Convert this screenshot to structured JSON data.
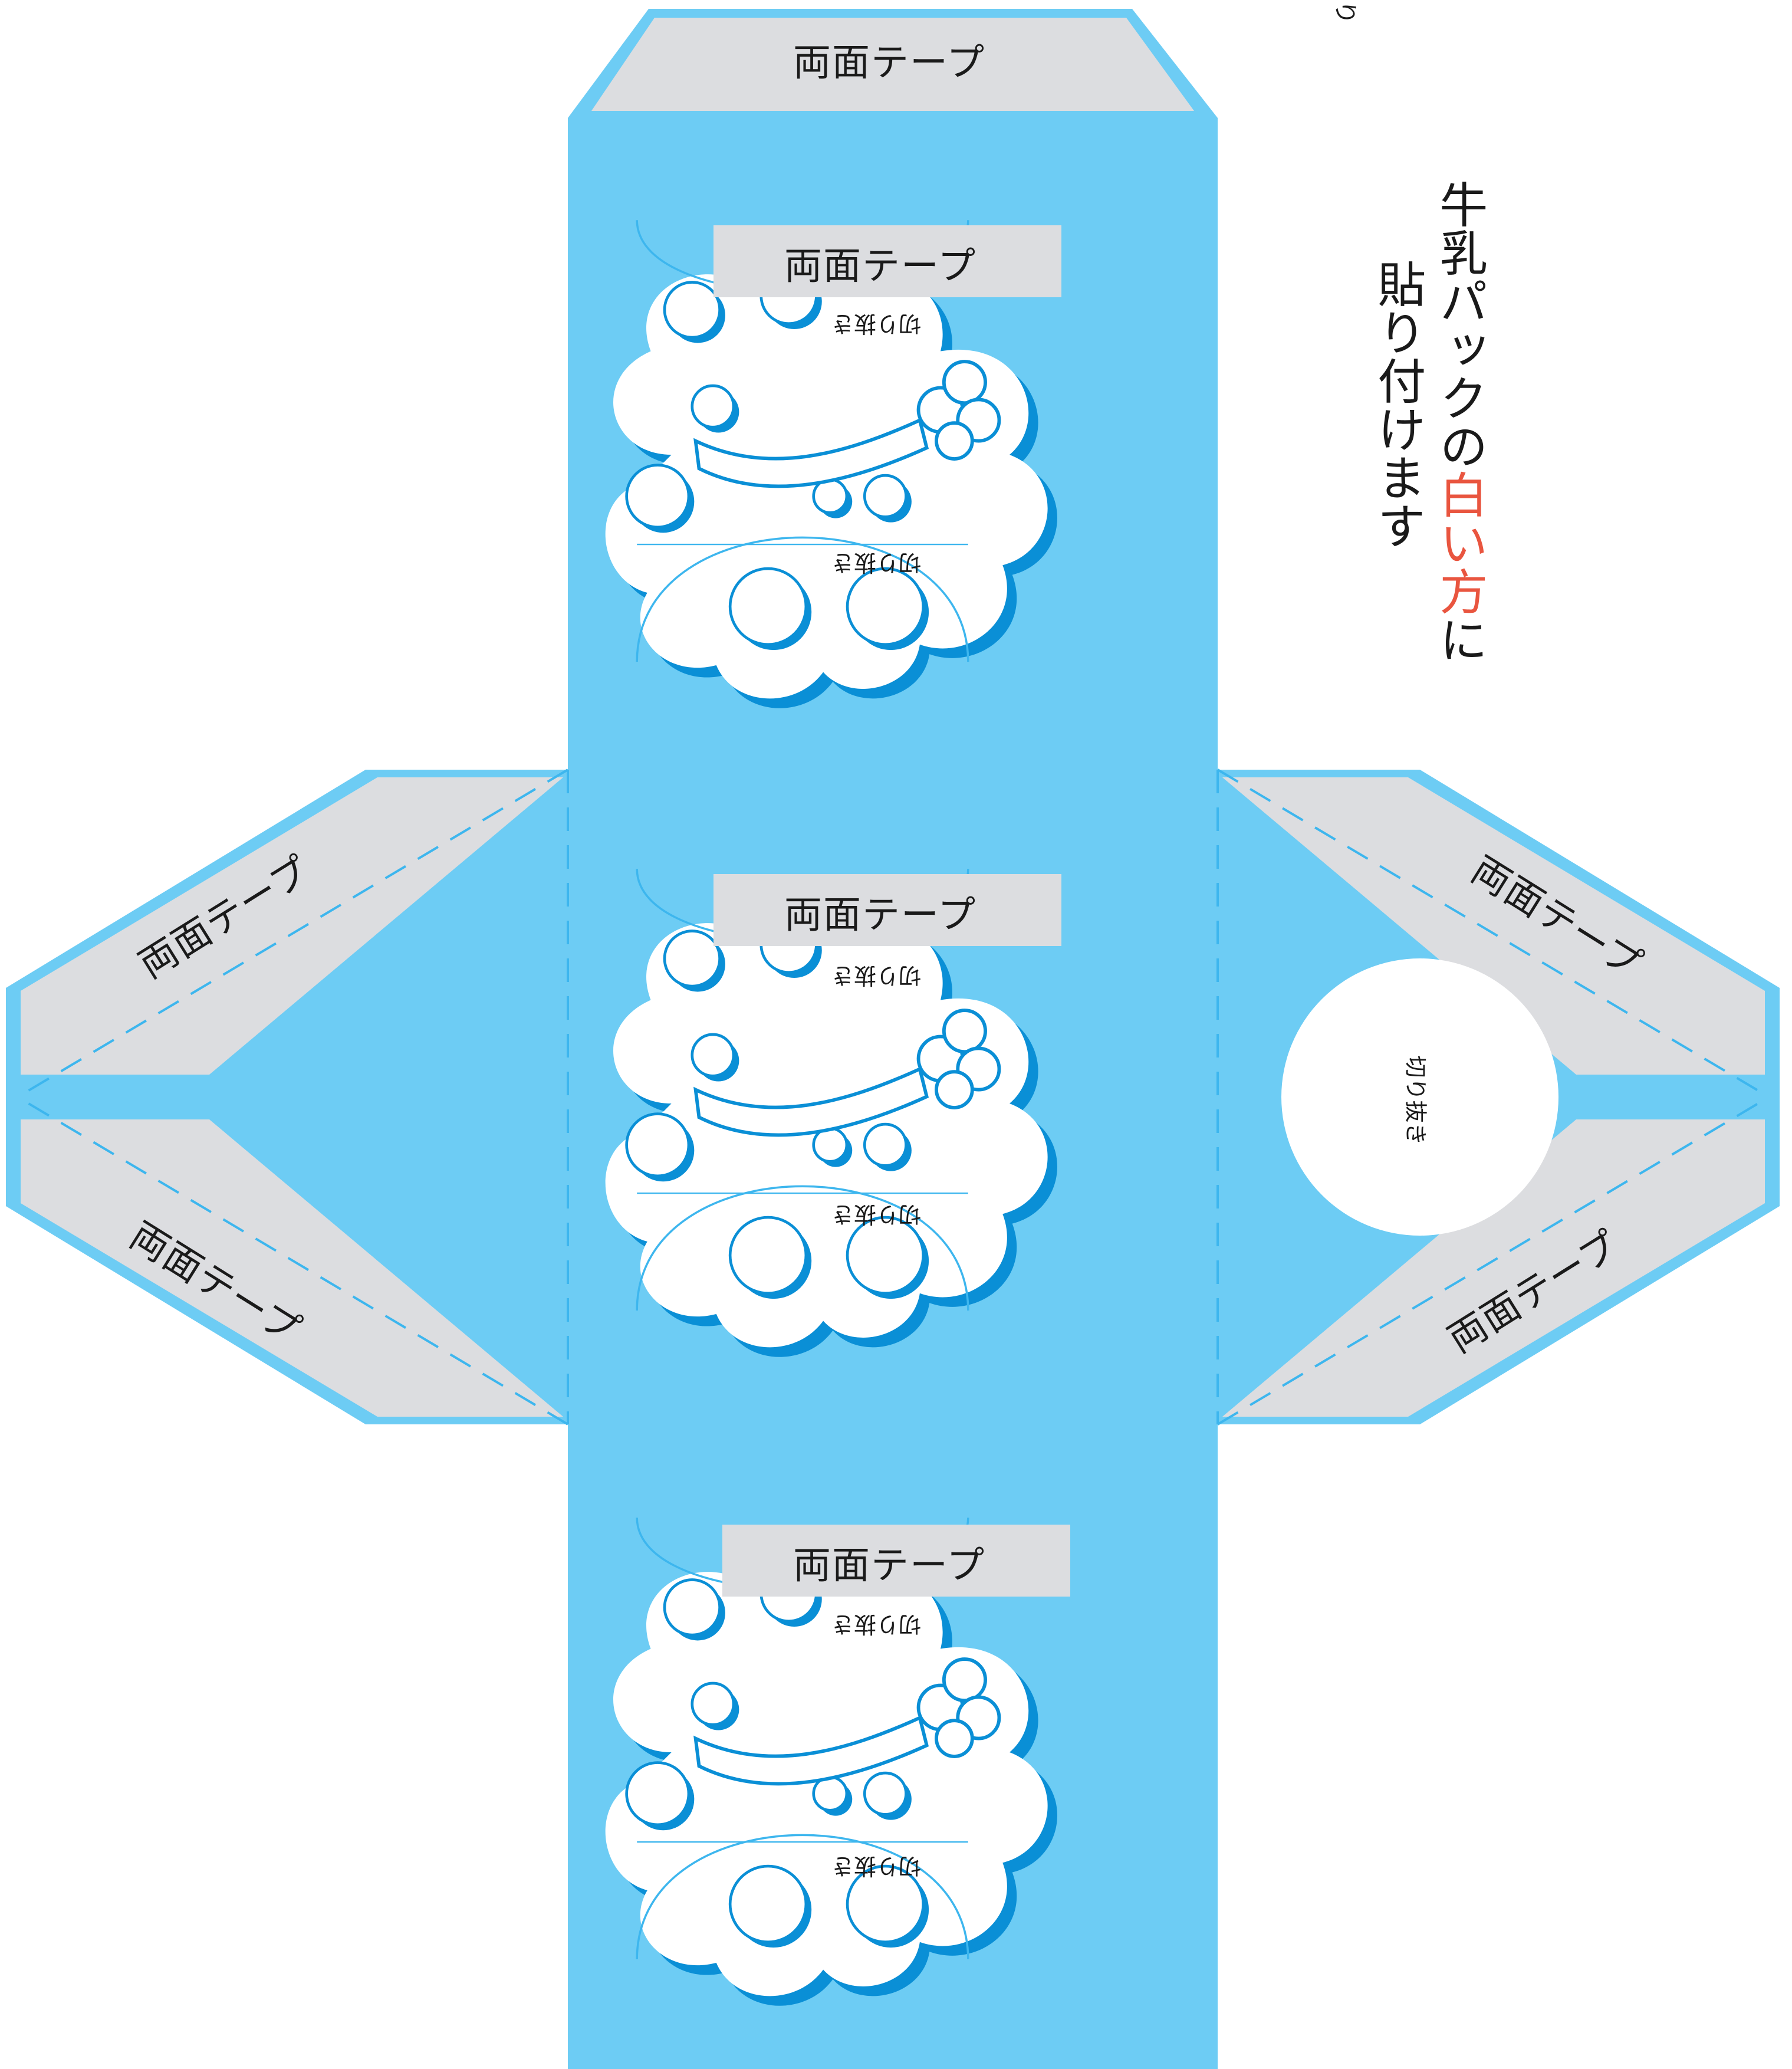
{
  "colors": {
    "panel_blue": "#6dccf4",
    "edge_blue": "#3db6ee",
    "deep_blue": "#0a8fd6",
    "tape_gray": "#dcdde0",
    "accent_red": "#e9553f",
    "cloud_white": "#ffffff"
  },
  "labels": {
    "tape": "両面テープ",
    "cut_out": "切り抜き",
    "corner_mark": "り"
  },
  "instruction": {
    "line1_prefix": "牛乳パックの",
    "line1_highlight": "白い方",
    "line1_suffix": "に",
    "line2": "貼り付けます"
  }
}
